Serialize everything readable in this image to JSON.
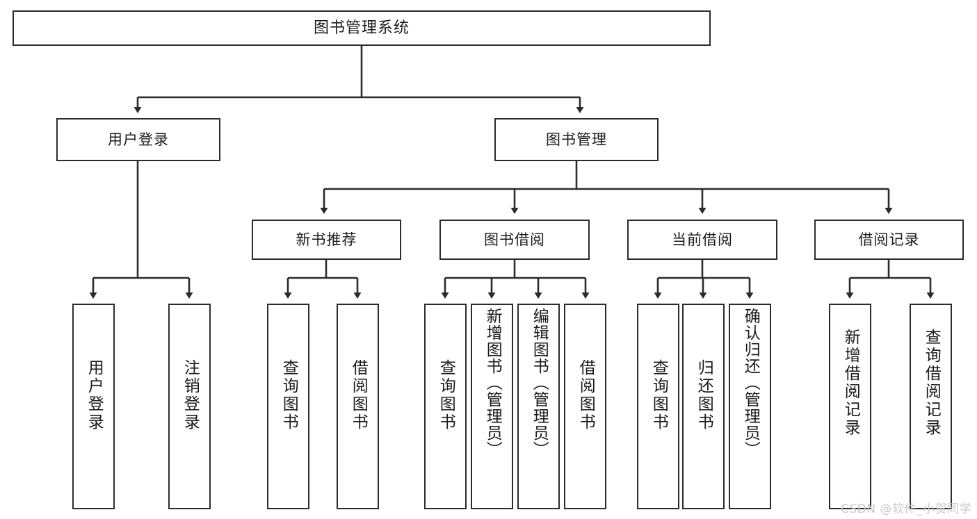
{
  "diagram": {
    "type": "tree",
    "title": "图书管理系统",
    "watermark": "CSDN @软件_小贺同学",
    "colors": {
      "node_border": "#2b2b2b",
      "node_fill": "#ffffff",
      "edge": "#2b2b2b",
      "text": "#1a1a1a",
      "watermark": "#c9c9c9",
      "background": "#ffffff"
    },
    "levels": {
      "root": {
        "label": "图书管理系统"
      },
      "level2": [
        {
          "label": "用户登录"
        },
        {
          "label": "图书管理"
        }
      ],
      "level3": [
        {
          "label": "新书推荐"
        },
        {
          "label": "图书借阅"
        },
        {
          "label": "当前借阅"
        },
        {
          "label": "借阅记录"
        }
      ],
      "leaves": {
        "user_login": [
          {
            "label": "用户登录"
          },
          {
            "label": "注销登录"
          }
        ],
        "new_book_recommend": [
          {
            "label": "查询图书"
          },
          {
            "label": "借阅图书"
          }
        ],
        "book_borrow": [
          {
            "label": "查询图书"
          },
          {
            "label": "新增图书（管理员）"
          },
          {
            "label": "编辑图书（管理员）"
          },
          {
            "label": "借阅图书"
          }
        ],
        "current_borrow": [
          {
            "label": "查询图书"
          },
          {
            "label": "归还图书"
          },
          {
            "label": "确认归还（管理员）"
          }
        ],
        "borrow_record": [
          {
            "label": "新增借阅记录"
          },
          {
            "label": "查询借阅记录"
          }
        ]
      }
    }
  }
}
